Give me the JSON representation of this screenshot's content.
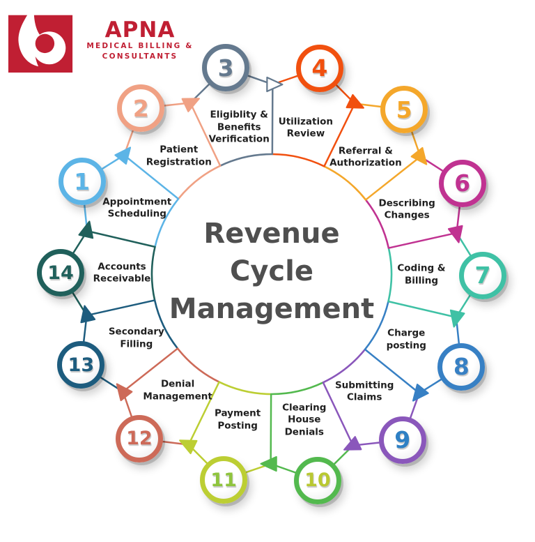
{
  "logo": {
    "brand": "APNA",
    "tagline_line1": "MEDICAL BILLING &",
    "tagline_line2": "CONSULTANTS",
    "brand_color": "#c01f33"
  },
  "center": {
    "line1": "Revenue",
    "line2": "Cycle",
    "line3": "Management",
    "text_color": "#4f4f4f"
  },
  "diagram": {
    "type": "cycle-diagram",
    "title": "Revenue Cycle Management",
    "label_color": "#1f1f1f",
    "direction": "clockwise",
    "steps": [
      {
        "num": "1",
        "label": "Appointment Scheduling",
        "lines": [
          "Appointment",
          "Scheduling"
        ],
        "color": "#5cb4e6",
        "num_color": "#5cb4e6",
        "arrow": "filled"
      },
      {
        "num": "2",
        "label": "Patient Registration",
        "lines": [
          "Patient",
          "Registration"
        ],
        "color": "#f0a184",
        "num_color": "#f0a184",
        "arrow": "filled"
      },
      {
        "num": "3",
        "label": "Eligiblity & Benefits Verification",
        "lines": [
          "Eligiblity &",
          "Benefits",
          "Verification"
        ],
        "color": "#64798e",
        "num_color": "#64798e",
        "arrow": "outline"
      },
      {
        "num": "4",
        "label": "Utilization Review",
        "lines": [
          "Utilization",
          "Review"
        ],
        "color": "#f1500f",
        "num_color": "#f1500f",
        "arrow": "filled"
      },
      {
        "num": "5",
        "label": "Referral & Authorization",
        "lines": [
          "Referral &",
          "Authorization"
        ],
        "color": "#f4a72b",
        "num_color": "#f4a72b",
        "arrow": "filled"
      },
      {
        "num": "6",
        "label": "Describing Changes",
        "lines": [
          "Describing",
          "Changes"
        ],
        "color": "#c03291",
        "num_color": "#c03291",
        "arrow": "filled"
      },
      {
        "num": "7",
        "label": "Coding & Billing",
        "lines": [
          "Coding &",
          "Billing"
        ],
        "color": "#3fc1a5",
        "num_color": "#3fc1a5",
        "arrow": "filled"
      },
      {
        "num": "8",
        "label": "Charge posting",
        "lines": [
          "Charge",
          "posting"
        ],
        "color": "#3780c4",
        "num_color": "#3780c4",
        "arrow": "filled"
      },
      {
        "num": "9",
        "label": "Submitting Claims",
        "lines": [
          "Submitting",
          "Claims"
        ],
        "color": "#8a57bb",
        "num_color": "#2e80c4",
        "arrow": "filled"
      },
      {
        "num": "10",
        "label": "Clearing House Denials",
        "lines": [
          "Clearing",
          "House",
          "Denials"
        ],
        "color": "#53b94e",
        "num_color": "#b9c832",
        "arrow": "filled"
      },
      {
        "num": "11",
        "label": "Payment Posting",
        "lines": [
          "Payment",
          "Posting"
        ],
        "color": "#bcce33",
        "num_color": "#8fc43d",
        "arrow": "filled"
      },
      {
        "num": "12",
        "label": "Denial Management",
        "lines": [
          "Denial",
          "Management"
        ],
        "color": "#cd6a58",
        "num_color": "#cd6a58",
        "arrow": "filled"
      },
      {
        "num": "13",
        "label": "Secondary Filling",
        "lines": [
          "Secondary",
          "Filling"
        ],
        "color": "#1d5c7e",
        "num_color": "#1d5c7e",
        "arrow": "filled"
      },
      {
        "num": "14",
        "label": "Accounts Receivable",
        "lines": [
          "Accounts",
          "Receivable"
        ],
        "color": "#20605b",
        "num_color": "#20605b",
        "arrow": "filled"
      }
    ]
  }
}
